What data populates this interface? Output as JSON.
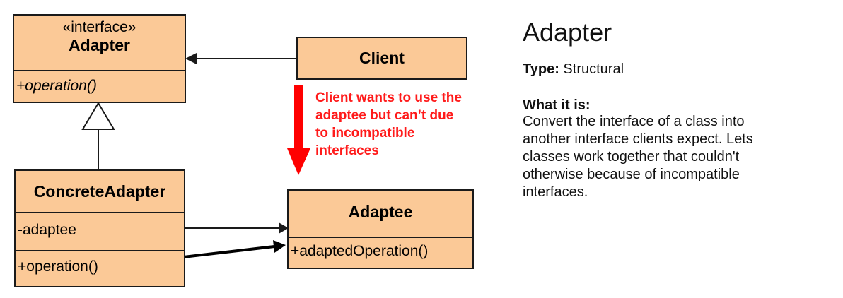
{
  "classes": {
    "adapter": {
      "stereotype": "«interface»",
      "name": "Adapter",
      "operation": "+operation()"
    },
    "client": {
      "name": "Client"
    },
    "concrete_adapter": {
      "name": "ConcreteAdapter",
      "attribute": "-adaptee",
      "operation": "+operation()"
    },
    "adaptee": {
      "name": "Adaptee",
      "operation": "+adaptedOperation()"
    }
  },
  "callout": {
    "lines": [
      "Client wants to use the",
      "adaptee but can’t due",
      "to incompatible",
      "interfaces"
    ],
    "color": "#ff1a1a"
  },
  "info": {
    "title": "Adapter",
    "type_label": "Type:",
    "type_value": "Structural",
    "what_label": "What it is:",
    "description_lines": [
      "Convert the interface of a class into",
      "another interface clients expect. Lets",
      "classes work together that couldn't",
      "otherwise because of incompatible",
      "interfaces."
    ]
  },
  "colors": {
    "class_fill": "#fbc997",
    "outline": "#1a1a1a",
    "callout_arrow": "#ff0000"
  }
}
